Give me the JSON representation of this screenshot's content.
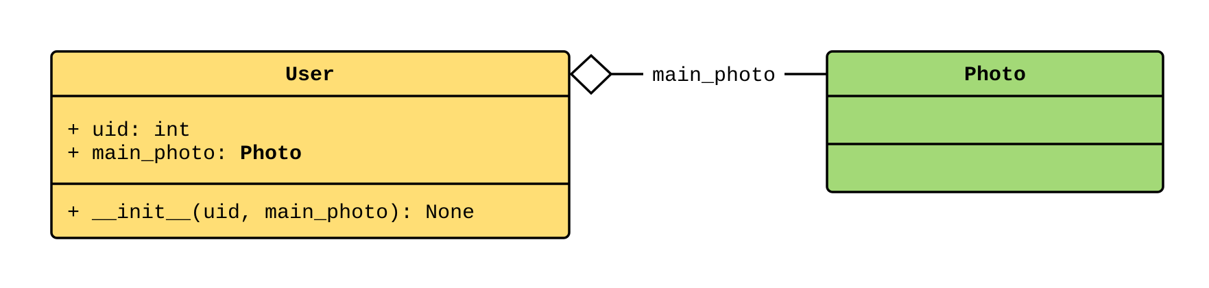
{
  "colors": {
    "user_fill": "#FFDE75",
    "photo_fill": "#A3D977",
    "stroke": "#000000"
  },
  "classes": [
    {
      "name": "User",
      "attributes": [
        {
          "prefix": "+ uid: ",
          "type": "int"
        },
        {
          "prefix": "+ main_photo: ",
          "type": "Photo"
        }
      ],
      "methods": [
        "+ __init__(uid, main_photo): None"
      ]
    },
    {
      "name": "Photo",
      "attributes": [],
      "methods": []
    }
  ],
  "relationship": {
    "type": "aggregation",
    "label": "main_photo",
    "from": "User",
    "to": "Photo",
    "end_icon": "hollow-diamond"
  }
}
